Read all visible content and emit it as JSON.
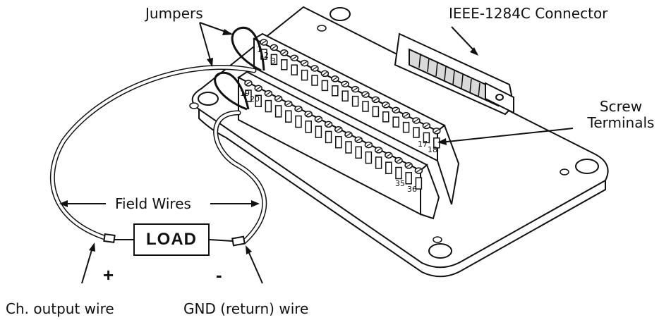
{
  "labels": {
    "jumpers": "Jumpers",
    "connector": "IEEE-1284C Connector",
    "screw_terminals": "Screw Terminals",
    "field_wires": "Field Wires",
    "load": "LOAD",
    "plus": "+",
    "minus": "-",
    "ch_output": "Ch. output wire",
    "gnd_return": "GND (return) wire"
  },
  "terminal_numbers": {
    "t1": "1",
    "t2": "2",
    "t3": "3",
    "t17": "17",
    "t18": "18",
    "t19": "19",
    "t20": "20",
    "t35": "35",
    "t36": "36"
  },
  "colors": {
    "line": "#111111",
    "fill": "#ffffff",
    "shade": "#d9d9d9"
  }
}
